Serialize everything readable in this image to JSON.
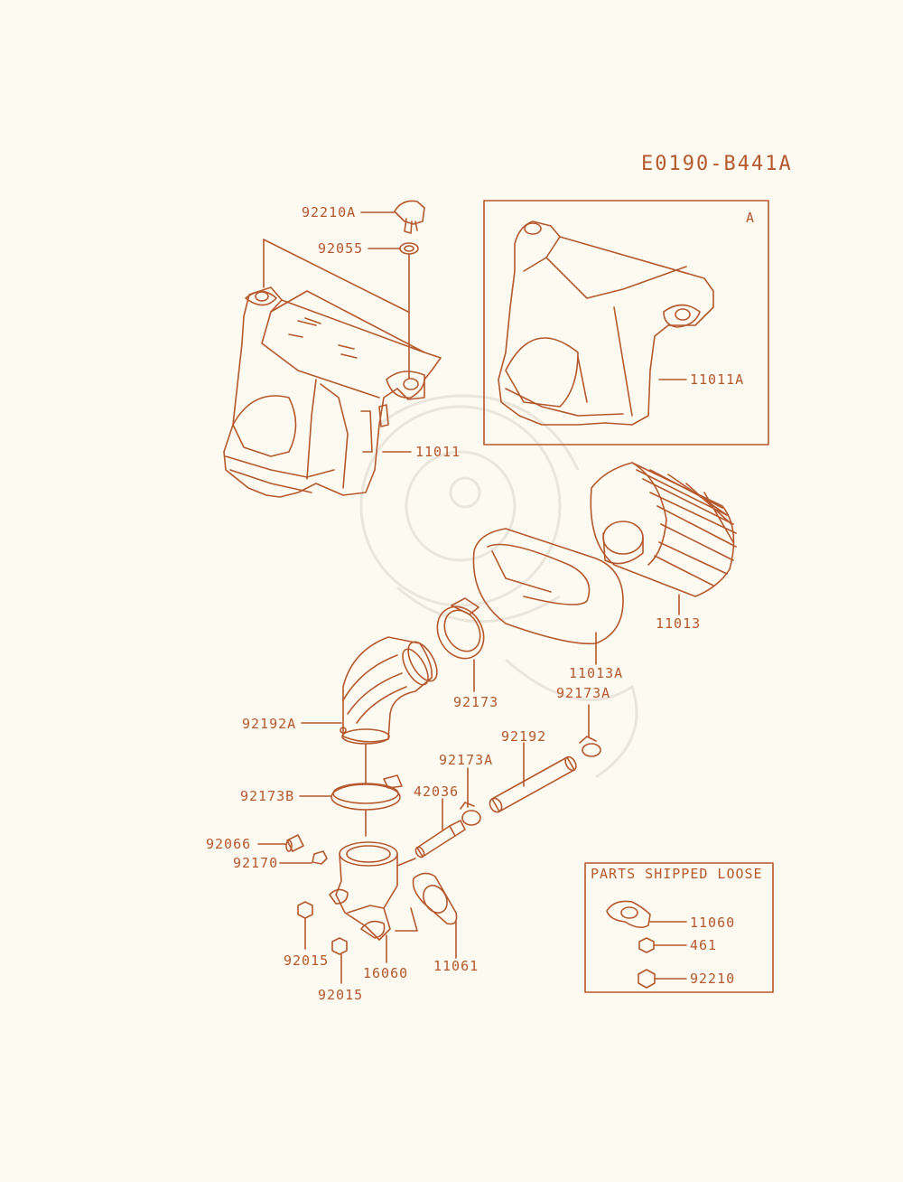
{
  "diagram": {
    "code": "E0190-B441A",
    "colors": {
      "ink": "#b5582e",
      "background": "#fcfaf1",
      "watermark": "#ebe6dc"
    },
    "inset_a": {
      "tag": "A",
      "part": "11011A"
    },
    "loose_box": {
      "title": "PARTS SHIPPED LOOSE"
    },
    "parts": {
      "p92210A": "92210A",
      "p92055": "92055",
      "p11011": "11011",
      "p11013": "11013",
      "p11013A": "11013A",
      "p92173": "92173",
      "p92173A_top": "92173A",
      "p92192A": "92192A",
      "p92192": "92192",
      "p92173A_mid": "92173A",
      "p42036": "42036",
      "p92173B": "92173B",
      "p92066": "92066",
      "p92170": "92170",
      "p92015_a": "92015",
      "p92015_b": "92015",
      "p16060": "16060",
      "p11061": "11061",
      "p11060": "11060",
      "p461": "461",
      "p92210": "92210"
    }
  }
}
